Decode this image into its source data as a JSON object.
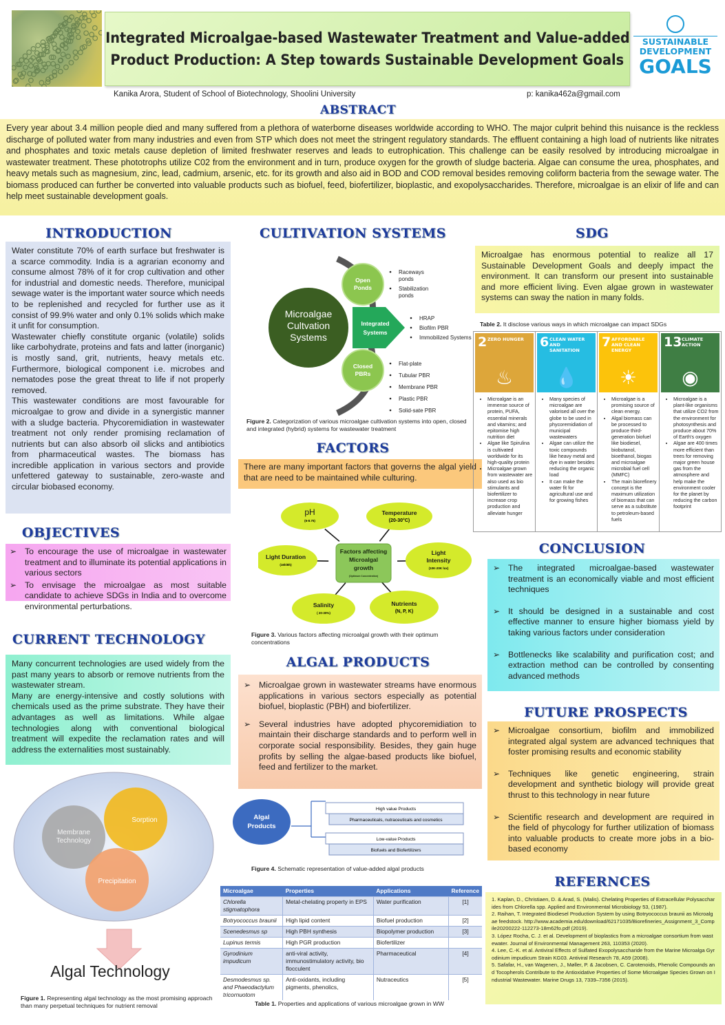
{
  "header": {
    "title_line1": "Integrated Microalgae-based Wastewater Treatment and Value-added",
    "title_line2": "Product Production: A Step towards Sustainable Development Goals",
    "author": "Kanika Arora, Student of School of Biotechnology, Shoolini University",
    "email": "p: kanika462a@gmail.com",
    "sdg_logo": {
      "line1": "SUSTAINABLE",
      "line2": "DEVELOPMENT",
      "line3": "GOALS"
    }
  },
  "abstract": {
    "heading": "ABSTRACT",
    "text": "Every year about 3.4 million people died and many suffered from a plethora of waterborne diseases worldwide according to WHO. The major culprit behind this nuisance is the reckless discharge of polluted water from many industries and even from STP which does not meet the stringent regulatory standards. The effluent containing a high load of nutrients like nitrates and phosphates and toxic metals cause depletion of limited freshwater reserves and leads to eutrophication. This challenge can be easily resolved by introducing microalgae in wastewater treatment. These phototrophs utilize C02 from the environment and in turn, produce oxygen for the growth of sludge bacteria. Algae can consume the urea, phosphates, and heavy metals such as magnesium, zinc, lead, cadmium, arsenic, etc. for its growth and also aid in BOD and COD removal besides removing coliform bacteria from the sewage water. The biomass produced can further be converted into valuable products such as biofuel, feed, biofertilizer, bioplastic, and exopolysaccharides. Therefore, microalgae is an elixir of life and can help meet sustainable development goals."
  },
  "introduction": {
    "heading": "INTRODUCTION",
    "paragraphs": [
      "Water constitute 70% of earth surface but freshwater is a scarce commodity. India is a agrarian economy and consume almost 78% of it for crop cultivation and other for industrial and domestic needs. Therefore, municipal sewage water is the important water source which needs to be replenished and recycled for further use as it consist of 99.9% water and only 0.1% solids which make it unfit for consumption.",
      "Wastewater chiefly constitute organic (volatile) solids like carbohydrate, proteins and fats and latter (inorganic) is mostly sand, grit, nutrients, heavy metals etc. Furthermore, biological component i.e. microbes and nematodes pose the great threat to life if not properly removed.",
      "This wastewater conditions are most favourable for microalgae to grow and divide in a synergistic manner with a sludge bacteria. Phycoremidiation in wastewater treatment not only render promising reclamation of nutrients but can also absorb oil slicks and antibiotics from pharmaceutical wastes. The biomass has incredible application in various sectors and provide unfettered gateway to sustainable, zero-waste and circular biobased economy."
    ]
  },
  "objectives": {
    "heading": "OBJECTIVES",
    "items": [
      "To encourage the use of microalgae in wastewater treatment and to illuminate its potential applications in various sectors",
      "To envisage the microalgae as most suitable candidate to achieve SDGs in India and to overcome environmental perturbations."
    ]
  },
  "current_technology": {
    "heading": "CURRENT TECHNOLOGY",
    "paragraphs": [
      "Many concurrent technologies are used widely from the past many years to absorb or remove nutrients from the wastewater stream.",
      "Many are energy-intensive and costly solutions with chemicals used as the prime substrate. They have their advantages as well as limitations. While algae technologies along with conventional biological treatment will expedite the reclamation rates and will address the externalities most sustainably."
    ]
  },
  "figure1": {
    "circles": [
      "Membrane Technology",
      "Sorption",
      "Precipitation"
    ],
    "result": "Algal Technology",
    "caption_label": "Figure 1.",
    "caption": "Representing algal technology as the most promising approach than many perpetual techniques for nutrient removal"
  },
  "cultivation": {
    "heading": "CULTIVATION SYSTEMS",
    "center": "Microalgae Cultvation Systems",
    "open": {
      "label": "Open Ponds",
      "items": [
        "Raceways ponds",
        "Stabilization ponds"
      ]
    },
    "integrated": {
      "label": "Integrated Systems",
      "items": [
        "HRAP",
        "Biofilm PBR",
        "Immobilized Systems"
      ]
    },
    "closed": {
      "label": "Closed PBRs",
      "items": [
        "Flat-plate",
        "Tubular PBR",
        "Membrane PBR",
        "Plastic PBR",
        "Solid-sate PBR"
      ]
    },
    "caption_label": "Figure 2.",
    "caption": "Categorization of various microalgae cultivation systems into open, closed and integrated (hybrid) systems for wastewater treatment"
  },
  "factors": {
    "heading": "FACTORS",
    "text": "There are many important factors that governs the algal yield that are need to be maintained while culturing.",
    "center": "Factors affecting Microalgal growth",
    "center_sub": "(Optimum Concentration)",
    "nodes": [
      {
        "name": "pH",
        "value": "(6-8.75)"
      },
      {
        "name": "Temperature",
        "value": "(20-30°C)"
      },
      {
        "name": "Light Duration",
        "value": "(16h/8h)"
      },
      {
        "name": "Light Intensity",
        "value": "(10K-20K lux)"
      },
      {
        "name": "Salinity",
        "value": "( 20-30%)"
      },
      {
        "name": "Nutrients",
        "value": "(N, P, K)"
      }
    ],
    "caption_label": "Figure 3.",
    "caption": "Various factors affecting microalgal growth with their optimum concentrations"
  },
  "algal_products": {
    "heading": "ALGAL PRODUCTS",
    "items": [
      "Microalgae grown in wastewater streams have enormous applications in various sectors especially as potential biofuel, bioplastic (PBH) and biofertilizer.",
      "Several industries have adopted phycoremidiation to maintain their discharge standards and to perform well in corporate social responsibility. Besides, they gain huge profits by selling the algae-based products like biofuel, feed and fertilizer to the market."
    ]
  },
  "figure4": {
    "center": "Algal Products",
    "high": "High value Products",
    "high_items": "Pharmaceuticals, nutraceuticals and cosmetics",
    "low": "Low-value Products",
    "low_items": "Biofuels and Biofertilizers",
    "caption_label": "Figure 4.",
    "caption": "Schematic representation of value-added algal products"
  },
  "table1": {
    "headers": [
      "Microalgae",
      "Properties",
      "Applications",
      "Reference"
    ],
    "rows": [
      [
        "Chlorella stigmatophora",
        "Metal-chelating property in EPS",
        "Water purification",
        "[1]"
      ],
      [
        "Botryococcus braunii",
        "High lipid content",
        "Biofuel production",
        "[2]"
      ],
      [
        "Scenedesmus sp",
        "High PBH synthesis",
        "Biopolymer production",
        "[3]"
      ],
      [
        "Lupinus termis",
        "High PGR production",
        "Biofertilizer",
        ""
      ],
      [
        "Gyrodinium impudicum",
        "anti-viral activity, immunostimulatory activity, bio flocculent",
        "Pharmaceutical",
        "[4]"
      ],
      [
        "Desmodesmus sp. and Phaeodactylum tricornuotom",
        "Anti-oxidants, including pigments, phenolics,",
        "Nutraceutics",
        "[5]"
      ]
    ],
    "caption_label": "Table 1.",
    "caption": "Properties and applications of various microalgae grown in WW"
  },
  "sdg": {
    "heading": "SDG",
    "text": "Microalgae has enormous potential to realize all 17 Sustainable Development Goals and deeply impact the environment. It can transform our present into sustainable and more efficient living. Even algae grown in wastewater systems can sway the nation in many folds.",
    "caption_label": "Table 2.",
    "caption": "It disclose various ways in which microalgae can impact SDGs",
    "goals": [
      {
        "num": "2",
        "title": "ZERO HUNGER",
        "color": "#dda63a",
        "icon": "bowl-icon",
        "items": [
          "Microalgae is an immense source of protein, PUFA, essential minerals and vitamins; and epitomise high nutrition diet",
          "Algae like Spirulina is cultivated worldwide for its high-quality protein",
          "Microalgae grown from wastewater are also used as bio stimulants and biofertilizer to increase crop production and alleviate hunger"
        ]
      },
      {
        "num": "6",
        "title": "CLEAN WATER AND SANITATION",
        "color": "#26bde2",
        "icon": "water-glass-icon",
        "items": [
          "Many species of microalgae are valorised all over the globe to be used in phycoremidiation of municipal wastewaters",
          "Algae can utilize the toxic compounds like heavy metal and dye in water besides reducing the organic load",
          "It can make the water fit for agricultural use and for growing fishes"
        ]
      },
      {
        "num": "7",
        "title": "AFFORDABLE AND CLEAN ENERGY",
        "color": "#fcc30b",
        "icon": "sun-power-icon",
        "items": [
          "Microalgae is a promising source of clean energy.",
          "Algal biomass can be processed to produce third-generation biofuel like biodiesel, biobutanol, bioethanol, biogas and microalgae microbial fuel cell (MMFC)",
          "The main biorefinery concept is the maximum utilization of biomass that can serve as a substitute to petroleum-based fuels"
        ]
      },
      {
        "num": "13",
        "title": "CLIMATE ACTION",
        "color": "#3f7e44",
        "icon": "eye-globe-icon",
        "items": [
          "Microalgae is a plant-like organisms that utilize CO2 from the environment for photosynthesis and produce about 70% of Earth's oxygen",
          "Algae are 400 times more efficient than trees for removing major green house gas from the atmosphere and help make the environment cooler for the planet by reducing the carbon footprint"
        ]
      }
    ]
  },
  "conclusion": {
    "heading": "CONCLUSION",
    "items": [
      "The integrated microalgae-based wastewater treatment is an economically viable and most efficient techniques",
      "It should be designed in a sustainable and cost effective manner to ensure higher biomass yield by taking various factors under consideration",
      "Bottlenecks like scalability and purification cost; and extraction method can be controlled by consenting advanced methods"
    ]
  },
  "future": {
    "heading": "FUTURE PROSPECTS",
    "items": [
      "Microalgae consortium, biofilm and immobilized integrated algal system are advanced techniques that foster promising results and economic stability",
      "Techniques like genetic engineering, strain development and synthetic biology will provide great thrust to this technology in near future",
      "Scientific research and development are required in the field of phycology for further utilization of biomass into valuable products to create more jobs in a bio-based economy"
    ]
  },
  "references": {
    "heading": "REFERNCES",
    "items": [
      "1. Kaplan, D., Christiaen, D. & Arad, S. (Malis). Chelating Properties of Extracellular Polysaccharides from Chlorella spp. Applied and Environmental Microbiology 53, (1987).",
      "2. Raihan, T. Integrated Biodiesel Production System by using Botryococcus braunii as Microalgae feedstock. http://www.academia.edu/download/62171035/Biorefineries_Assignment_3_Compile20200222-112273-18m62fo.pdf (2019).",
      "3. López Rocha, C. J. et al. Development of bioplastics from a microalgae consortium from wastewater. Journal of Environmental Management 263, 110353 (2020).",
      "4. Lee, C.-K. et al. Antiviral Effects of Sulfated Exopolysaccharide from the Marine Microalga Gyrodinium impudicum Strain KG03. Antiviral Research 78, A59 (2008).",
      "5. Safafar, H., van Wagenen, J., Møller, P. & Jacobsen, C. Carotenoids, Phenolic Compounds and Tocopherols Contribute to the Antioxidative Properties of Some Microalgae Species Grown on Industrial Wastewater. Marine Drugs 13, 7339–7356 (2015)."
    ]
  }
}
